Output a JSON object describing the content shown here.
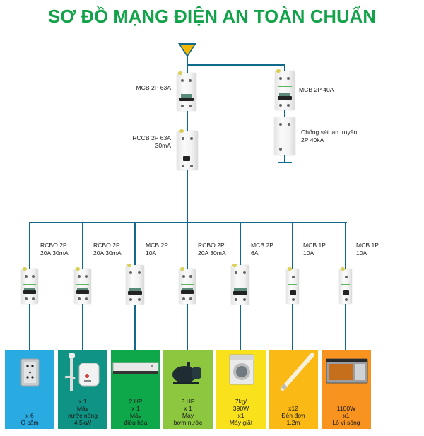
{
  "title": "SƠ ĐỒ MẠNG ĐIỆN AN TOÀN CHUẨN",
  "colors": {
    "title": "#12a24a",
    "wire": "#0f6a8c",
    "supply_triangle": "#f5b800"
  },
  "supply": {
    "icon": "power-source-triangle-icon"
  },
  "main_branch": {
    "breakers": [
      {
        "label": "MCB 2P 63A",
        "type": "MCB",
        "poles": "2P",
        "rating": "63A"
      },
      {
        "label": "RCCB 2P 63A\n30mA",
        "type": "RCCB",
        "poles": "2P",
        "rating": "63A",
        "sensitivity": "30mA"
      }
    ]
  },
  "surge_branch": {
    "breakers": [
      {
        "label": "MCB 2P 40A",
        "type": "MCB",
        "poles": "2P",
        "rating": "40A"
      },
      {
        "label": "Chống sét lan truyền\n2P 40kA",
        "type": "SPD",
        "poles": "2P",
        "rating": "40kA"
      }
    ],
    "ground_icon": "ground-icon"
  },
  "circuits": [
    {
      "breaker": "RCBO 2P\n20A 30mA",
      "color": "#29abe2",
      "load": "x 6\nỔ cắm",
      "icon": "power-socket-icon"
    },
    {
      "breaker": "RCBO 2P\n20A 30mA",
      "color": "#0e9384",
      "load": "x 1\nMáy\nnước nóng\n4.5kW",
      "icon": "water-heater-icon"
    },
    {
      "breaker": "MCB 2P\n10A",
      "color": "#0ea84a",
      "load": "2 HP\nx 1\nMáy\nđiều hòa",
      "icon": "air-conditioner-icon"
    },
    {
      "breaker": "RCBO 2P\n20A 30mA",
      "color": "#8dc63f",
      "load": "3 HP\nx 1\nMáy\nbơm nước",
      "icon": "water-pump-icon"
    },
    {
      "breaker": "MCB 2P\n6A",
      "color": "#f9e21c",
      "load": "7kg/\n390W\nx1\nMáy giặt",
      "icon": "washing-machine-icon"
    },
    {
      "breaker": "MCB 1P\n10A",
      "color": "#fbb916",
      "load": "x12\nĐèn đơn\n1.2m",
      "icon": "fluorescent-tube-icon"
    },
    {
      "breaker": "MCB 1P\n10A",
      "color": "#f7931e",
      "load": "1100W\nx1\nLò vi sóng",
      "icon": "microwave-icon"
    }
  ]
}
